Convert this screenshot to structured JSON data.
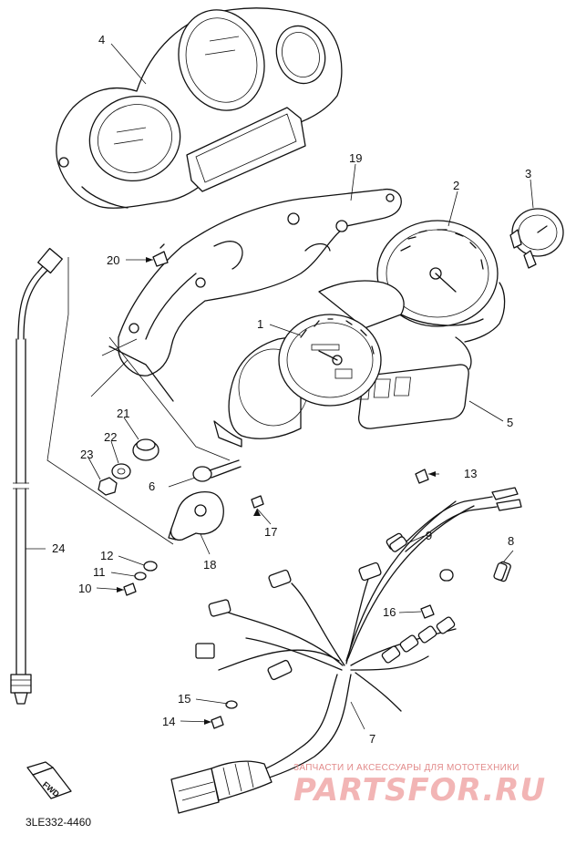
{
  "diagram": {
    "part_code": "3LE332-4460",
    "fwd_label": "FWD",
    "watermark": {
      "subtitle": "ЗАПЧАСТИ И АКСЕССУАРЫ ДЛЯ МОТОТЕХНИКИ",
      "brand": "PARTSFOR.RU"
    },
    "callouts": [
      {
        "id": "1",
        "label": "1"
      },
      {
        "id": "2",
        "label": "2"
      },
      {
        "id": "3",
        "label": "3"
      },
      {
        "id": "4",
        "label": "4"
      },
      {
        "id": "5",
        "label": "5"
      },
      {
        "id": "6",
        "label": "6"
      },
      {
        "id": "7",
        "label": "7"
      },
      {
        "id": "8",
        "label": "8"
      },
      {
        "id": "9",
        "label": "9"
      },
      {
        "id": "10",
        "label": "10"
      },
      {
        "id": "11",
        "label": "11"
      },
      {
        "id": "12",
        "label": "12"
      },
      {
        "id": "13",
        "label": "13"
      },
      {
        "id": "14",
        "label": "14"
      },
      {
        "id": "15",
        "label": "15"
      },
      {
        "id": "16",
        "label": "16"
      },
      {
        "id": "17",
        "label": "17"
      },
      {
        "id": "18",
        "label": "18"
      },
      {
        "id": "19",
        "label": "19"
      },
      {
        "id": "20",
        "label": "20"
      },
      {
        "id": "21",
        "label": "21"
      },
      {
        "id": "22",
        "label": "22"
      },
      {
        "id": "23",
        "label": "23"
      },
      {
        "id": "24",
        "label": "24"
      }
    ]
  }
}
